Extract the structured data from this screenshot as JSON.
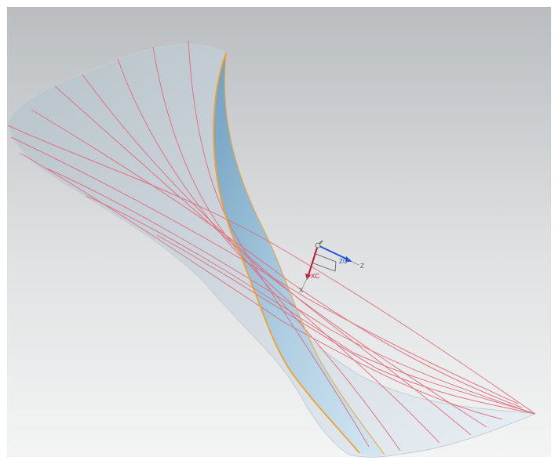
{
  "viewport": {
    "background_top": "#b9bcbf",
    "background_bottom": "#f3f4f4",
    "surface_fill": "#c4ccd2",
    "surface_inner_fill": "#a7c6d8",
    "edge_color": "#f0a030",
    "isoline_color": "#e06b7a"
  },
  "triad": {
    "xc_label": "XC",
    "zc_label": "ZC",
    "x_label": "X",
    "z_label": "Z",
    "x_color": "#c8102e",
    "z_color": "#1f57d6"
  }
}
